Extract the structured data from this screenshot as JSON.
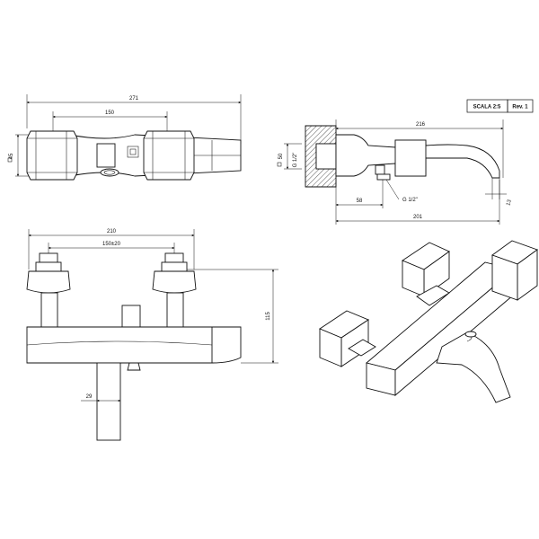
{
  "title_block": {
    "scale": "SCALA 2:5",
    "revision": "Rev. 1"
  },
  "top_view": {
    "overall_width": "271",
    "center_distance": "150",
    "depth": "45"
  },
  "side_view": {
    "wall_outlet_height": "216",
    "spout_length": "201",
    "inlet_offset": "58",
    "inlet_thread": "G 1/2\"",
    "body_thread": "G 1/2\"",
    "body_height": "50",
    "spout_outlet": "13"
  },
  "front_view": {
    "overall_width": "210",
    "center_distance": "150±20",
    "height": "115",
    "diverter_width": "29"
  }
}
